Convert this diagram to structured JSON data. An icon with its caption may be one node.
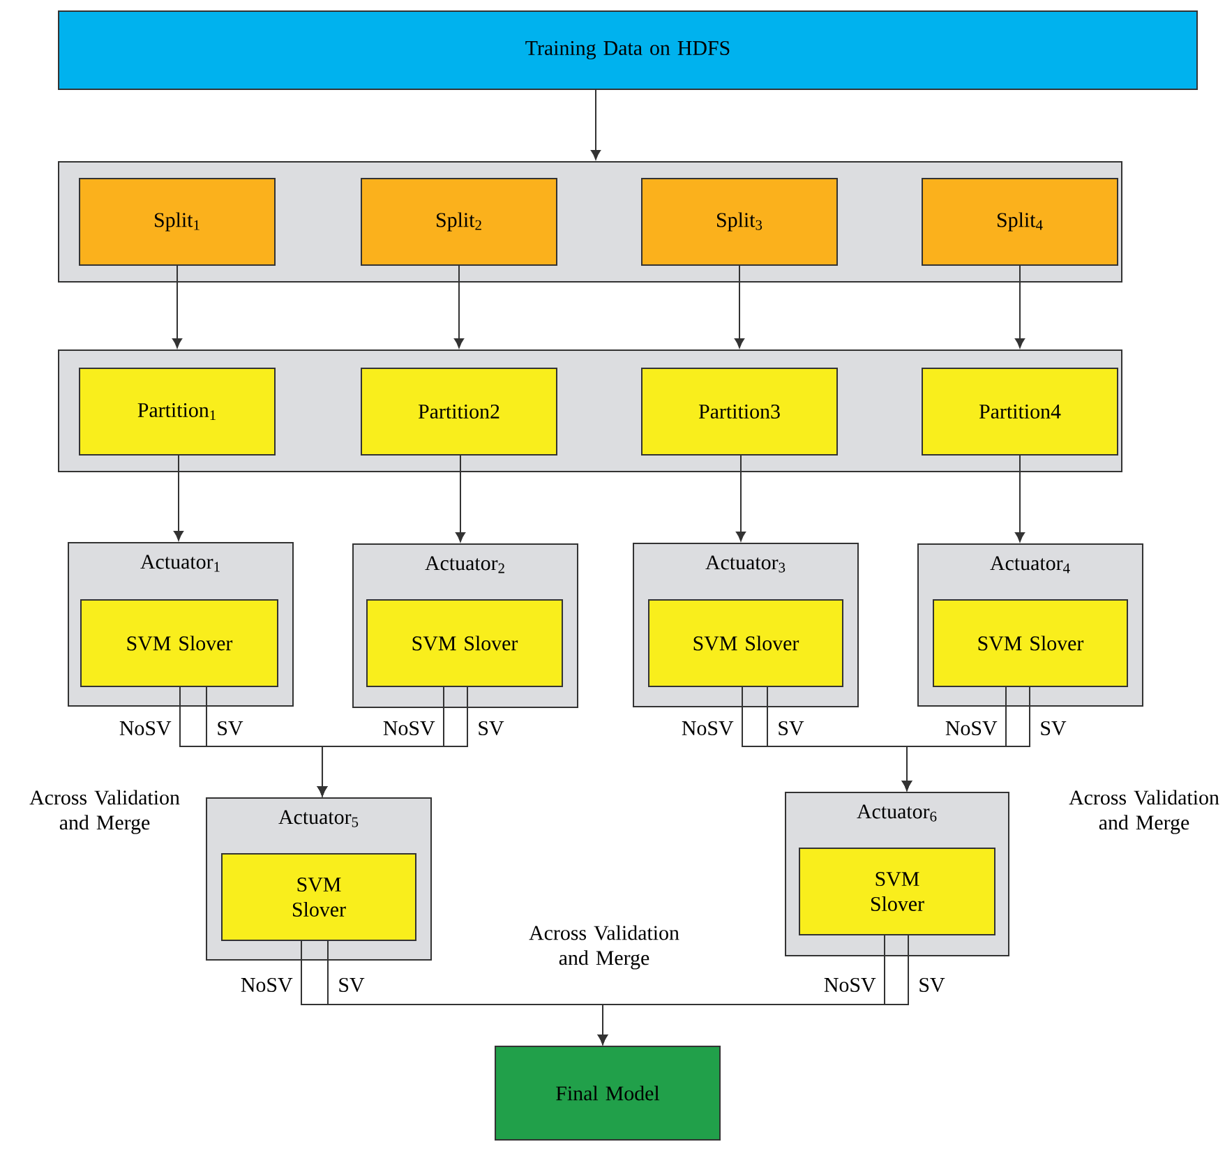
{
  "diagram": {
    "nodes": [
      {
        "text": [
          "Training Data on HDFS"
        ]
      },
      {
        "text": [],
        "shape": "box"
      },
      {
        "text": [
          "Split$_{1}$"
        ],
        "in": 1
      },
      {
        "text": [
          "Split$_{2}$"
        ],
        "in": 1
      },
      {
        "text": [
          "Split$_{3}$"
        ],
        "in": 1
      },
      {
        "text": [
          "Split$_{4}$"
        ],
        "in": 1
      },
      {
        "text": [],
        "shape": "box"
      },
      {
        "text": [
          "Partition$_{1}$"
        ],
        "in": 6
      },
      {
        "text": [
          "Partition2"
        ],
        "in": 6
      },
      {
        "text": [
          "Partition3"
        ],
        "in": 6
      },
      {
        "text": [
          "Partition4"
        ],
        "in": 6
      },
      {
        "text": [
          "Actuator$_{1}$"
        ]
      },
      {
        "text": [
          "SVM Slover"
        ],
        "in": 11
      },
      {
        "text": [
          "Actuator$_{2}$"
        ]
      },
      {
        "text": [
          "SVM Slover"
        ],
        "in": 13
      },
      {
        "text": [
          "Actuator$_{3}$"
        ]
      },
      {
        "text": [
          "SVM Slover"
        ],
        "in": 15
      },
      {
        "text": [
          "Actuator$_{4}$"
        ]
      },
      {
        "text": [
          "SVM Slover"
        ],
        "in": 17
      },
      {
        "text": [
          "Actuator$_{5}$"
        ]
      },
      {
        "text": [
          "SVM Slover"
        ],
        "in": 19
      },
      {
        "text": [
          "Actuator$_{6}$"
        ]
      },
      {
        "text": [
          "SVM Slover"
        ],
        "in": 21
      },
      {
        "text": [
          "Final Model"
        ]
      }
    ],
    "edges": [
      {
        "from": 0,
        "to": 1,
        "arrow": "to"
      },
      {
        "from": 2,
        "to": 6,
        "arrow": "to"
      },
      {
        "from": 3,
        "to": 6,
        "arrow": "to"
      },
      {
        "from": 4,
        "to": 6,
        "arrow": "to"
      },
      {
        "from": 5,
        "to": 6,
        "arrow": "to"
      },
      {
        "from": 7,
        "to": 11,
        "arrow": "to"
      },
      {
        "from": 8,
        "to": 13,
        "arrow": "to"
      },
      {
        "from": 9,
        "to": 15,
        "arrow": "to"
      },
      {
        "from": 10,
        "to": 17,
        "arrow": "to"
      },
      {
        "from": 12,
        "to": 19,
        "arrow": "to",
        "label": "NoSV"
      },
      {
        "from": 12,
        "to": 19,
        "arrow": "to",
        "label": "SV"
      },
      {
        "from": 14,
        "to": 19,
        "arrow": "to",
        "label": "NoSV"
      },
      {
        "from": 14,
        "to": 19,
        "arrow": "to",
        "label": "SV"
      },
      {
        "from": 16,
        "to": 21,
        "arrow": "to",
        "label": "NoSV"
      },
      {
        "from": 16,
        "to": 21,
        "arrow": "to",
        "label": "SV"
      },
      {
        "from": 18,
        "to": 21,
        "arrow": "to",
        "label": "NoSV"
      },
      {
        "from": 18,
        "to": 21,
        "arrow": "to",
        "label": "SV"
      },
      {
        "from": 20,
        "to": 23,
        "arrow": "to",
        "label": "NoSV"
      },
      {
        "from": 20,
        "to": 23,
        "arrow": "to",
        "label": "SV"
      },
      {
        "from": 22,
        "to": 23,
        "arrow": "to",
        "label": "NoSV"
      },
      {
        "from": 22,
        "to": 23,
        "arrow": "to",
        "label": "SV"
      }
    ],
    "labels": [
      "Across Validation and Merge",
      "Across Validation and Merge",
      "Across Validation and Merge"
    ]
  }
}
